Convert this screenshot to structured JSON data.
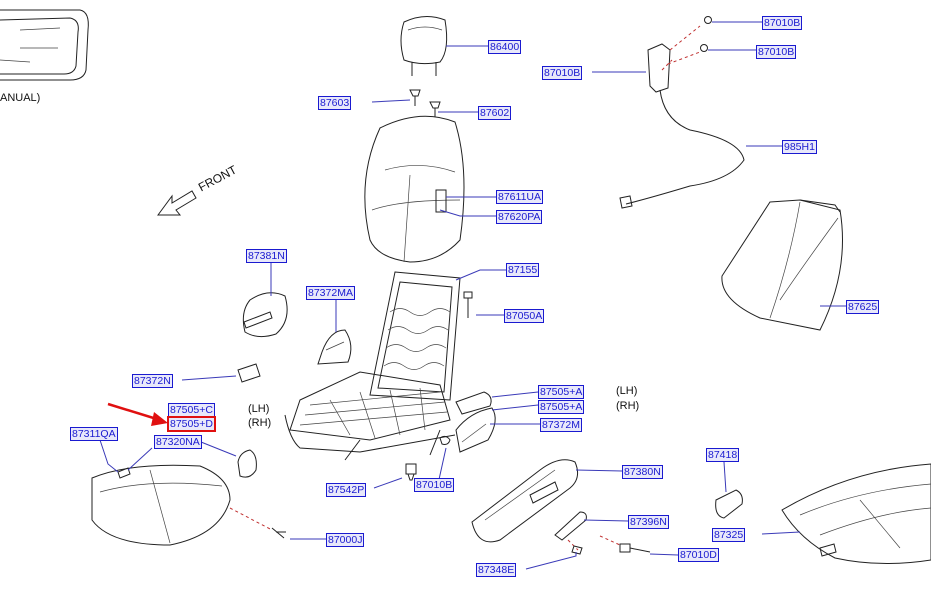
{
  "labels": {
    "p86400": "86400",
    "p87603": "87603",
    "p87602": "87602",
    "p87611UA": "87611UA",
    "p87620PA": "87620PA",
    "p87010B_top1": "87010B",
    "p87010B_top2": "87010B",
    "p87010B_left": "87010B",
    "p985H1": "985H1",
    "p87381N": "87381N",
    "p87372MA": "87372MA",
    "p87155": "87155",
    "p87050A": "87050A",
    "p87625": "87625",
    "p87372N": "87372N",
    "p87505C": "87505+C",
    "p87505D": "87505+D",
    "p87311QA": "87311QA",
    "p87320NA": "87320NA",
    "p87505A_1": "87505+A",
    "p87505A_2": "87505+A",
    "p87372M": "87372M",
    "p87542P": "87542P",
    "p87010B_bottom": "87010B",
    "p87380N": "87380N",
    "p87418": "87418",
    "p87396N": "87396N",
    "p87325": "87325",
    "p87000J": "87000J",
    "p87010D": "87010D",
    "p87348E": "87348E"
  },
  "text": {
    "manual": "ANUAL)",
    "front": "FRONT",
    "lh_left": "(LH)",
    "rh_left": "(RH)",
    "lh_right": "(LH)",
    "rh_right": "(RH)"
  },
  "colors": {
    "label_text": "#1a1ad0",
    "label_bg": "#e8e8fa",
    "highlight": "#e01010",
    "arrow": "#e01010"
  }
}
